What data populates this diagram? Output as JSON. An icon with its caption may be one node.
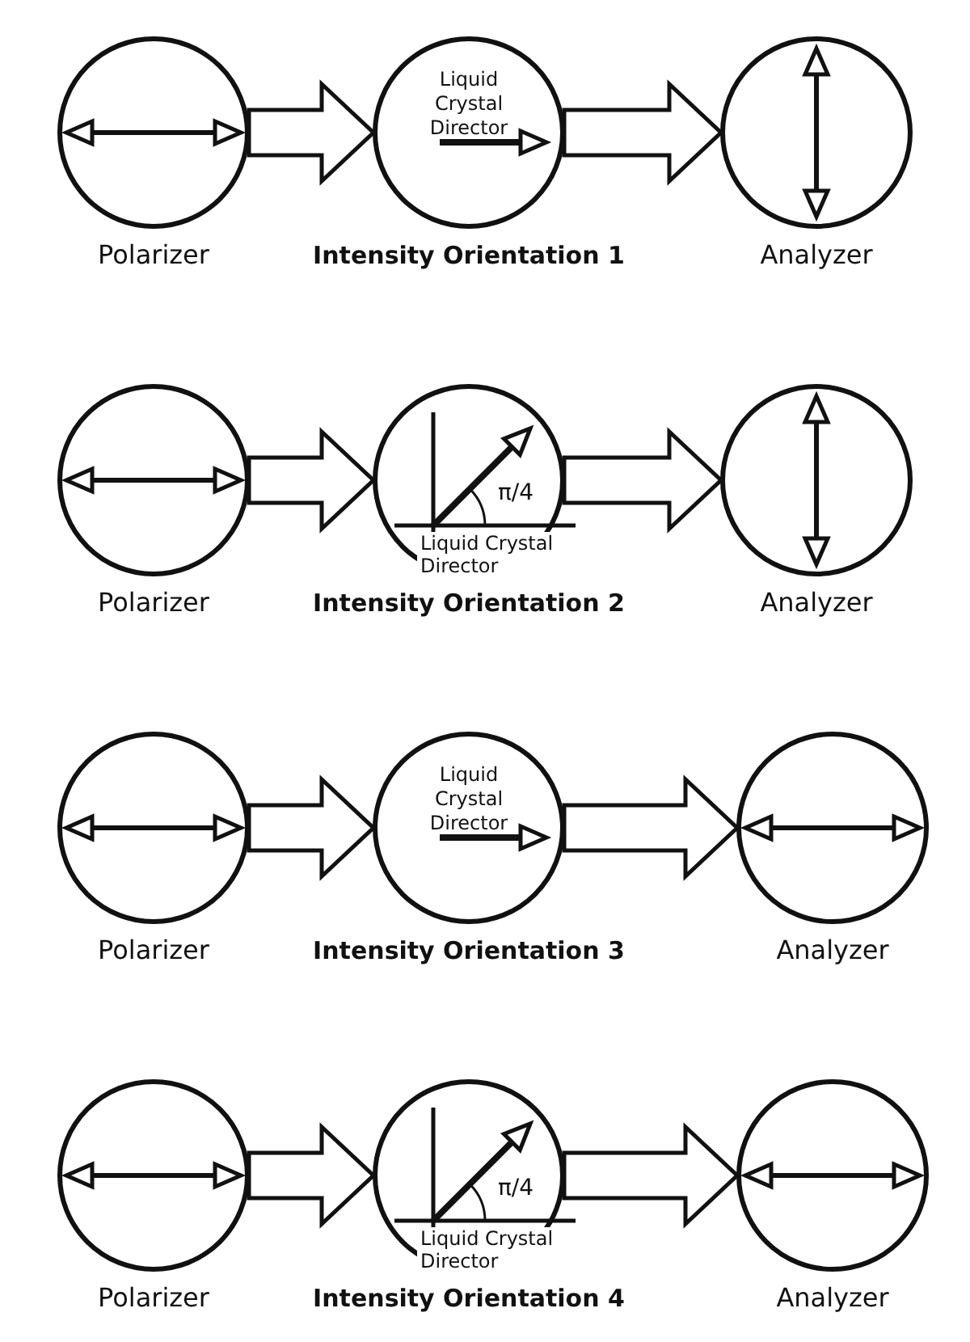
{
  "diagram": {
    "nodes": [
      {
        "text": [
          "Polarizer"
        ]
      },
      {
        "text": [
          "Liquid Crystal Director"
        ],
        "beside": [
          "Intensity Orientation 1"
        ]
      },
      {
        "text": [
          "Analyzer"
        ]
      },
      {
        "text": [
          "Polarizer"
        ]
      },
      {
        "text": [
          "π/4",
          "Liquid Crystal Director"
        ],
        "beside": [
          "Intensity Orientation 2"
        ]
      },
      {
        "text": [
          "Analyzer"
        ]
      },
      {
        "text": [
          "Polarizer"
        ]
      },
      {
        "text": [
          "Liquid Crystal Director"
        ],
        "beside": [
          "Intensity Orientation 3"
        ]
      },
      {
        "text": [
          "Analyzer"
        ]
      },
      {
        "text": [
          "Polarizer"
        ]
      },
      {
        "text": [
          "π/4",
          "Liquid Crystal Director"
        ],
        "beside": [
          "Intensity Orientation 4"
        ]
      },
      {
        "text": [
          "Analyzer"
        ]
      }
    ],
    "edges": [
      {
        "from": 0,
        "to": 1,
        "arrow": "to"
      },
      {
        "from": 1,
        "to": 2,
        "arrow": "to"
      },
      {
        "from": 3,
        "to": 4,
        "arrow": "to"
      },
      {
        "from": 4,
        "to": 5,
        "arrow": "to"
      },
      {
        "from": 6,
        "to": 7,
        "arrow": "to"
      },
      {
        "from": 7,
        "to": 8,
        "arrow": "to"
      },
      {
        "from": 9,
        "to": 10,
        "arrow": "to"
      },
      {
        "from": 10,
        "to": 11,
        "arrow": "to"
      }
    ]
  }
}
